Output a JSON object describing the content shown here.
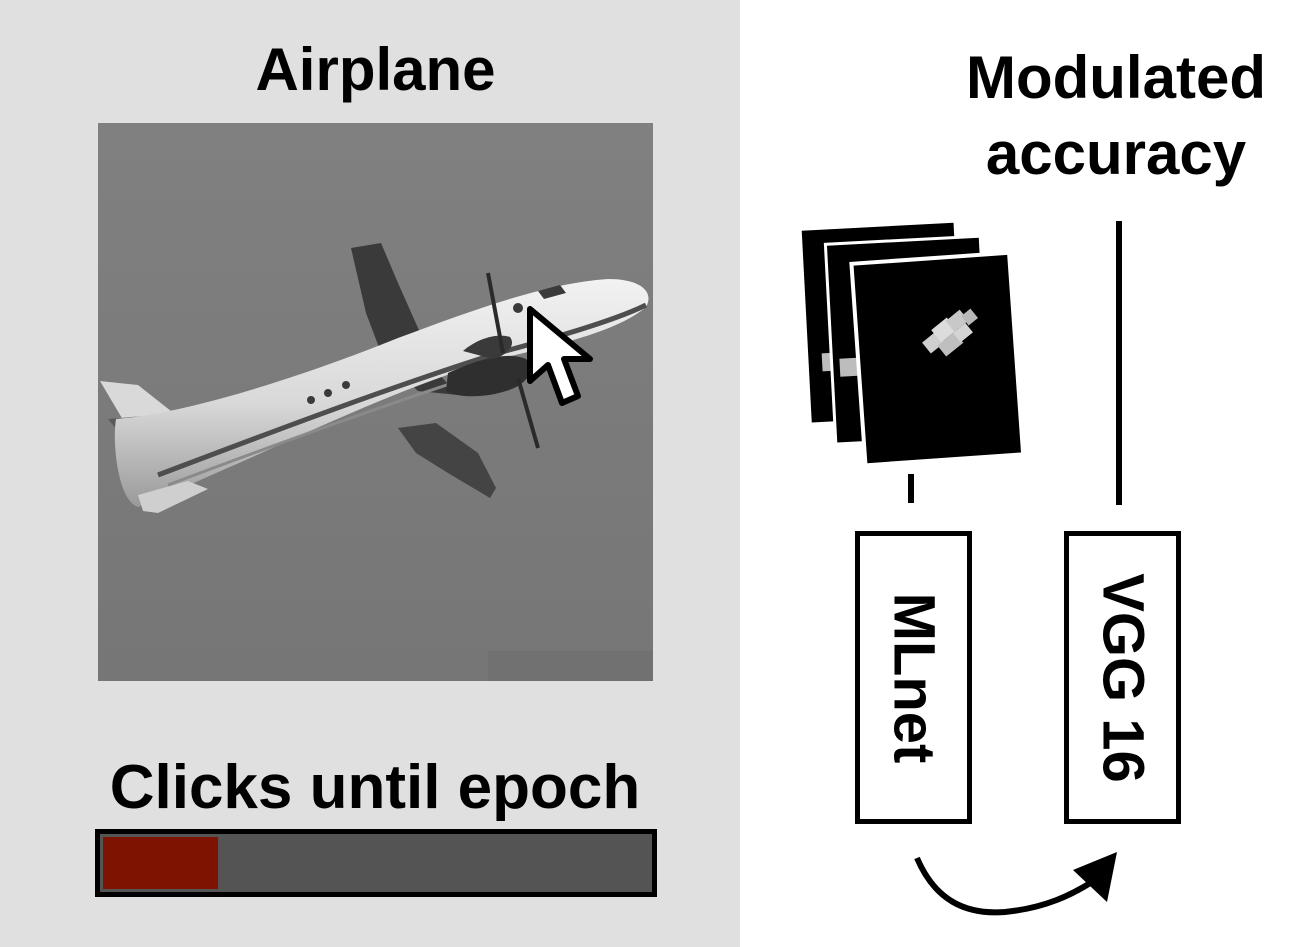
{
  "left_panel": {
    "category_label": "Airplane",
    "clicks_label": "Clicks until epoch",
    "progress_fraction": 0.21,
    "progress_color": "#7d1300",
    "progress_track_color": "#545454",
    "panel_background": "#e0e0e0"
  },
  "right_panel": {
    "accuracy_title": "Modulated accuracy",
    "model_left": "MLnet",
    "model_right": "VGG 16"
  },
  "icons": {
    "cursor": "mouse-pointer-icon",
    "arrow": "curved-arrow-icon"
  }
}
